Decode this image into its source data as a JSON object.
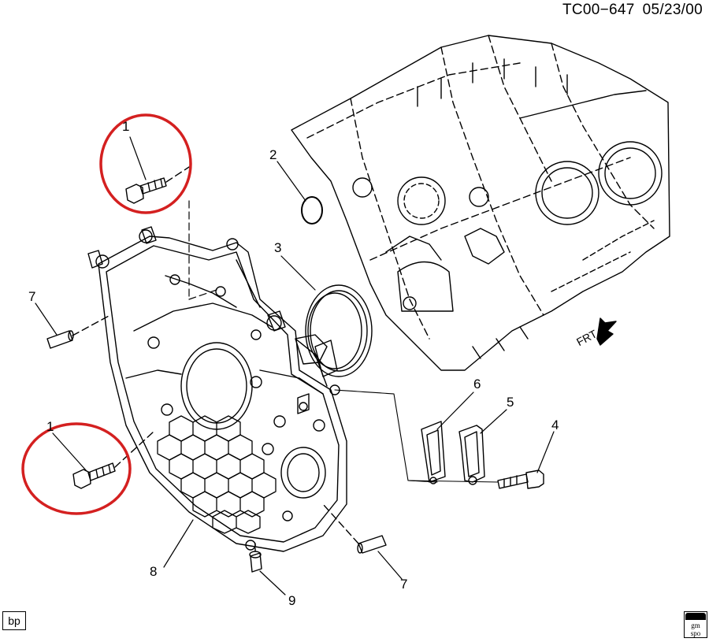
{
  "header": {
    "code": "TC00−647",
    "date": "05/23/00"
  },
  "callouts": {
    "c1a": "1",
    "c1b": "1",
    "c2": "2",
    "c3": "3",
    "c4": "4",
    "c5": "5",
    "c6": "6",
    "c7a": "7",
    "c7b": "7",
    "c8": "8",
    "c9": "9"
  },
  "direction_label": "FRT",
  "footer": {
    "badge": "bp",
    "logo_line1": "gm",
    "logo_line2": "spo"
  },
  "highlight_color": "#d42020"
}
